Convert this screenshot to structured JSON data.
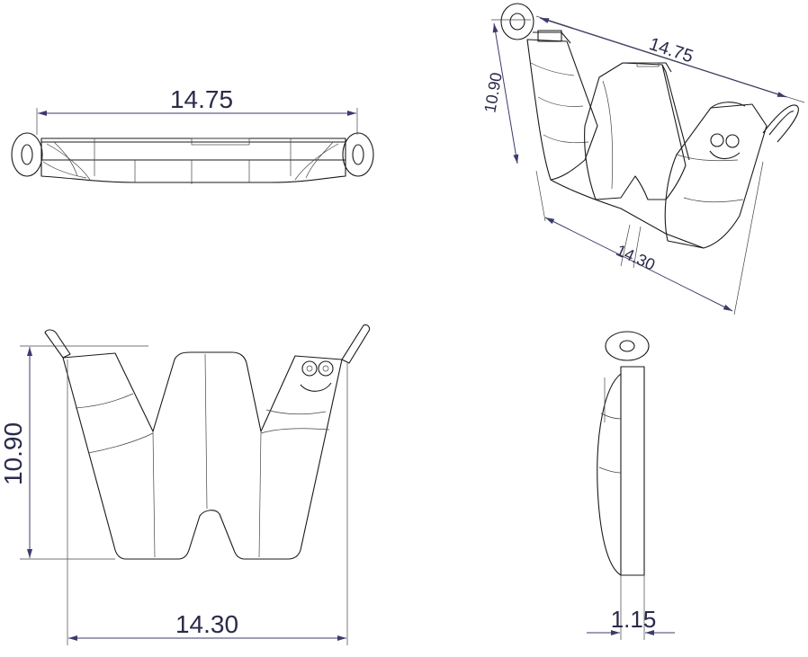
{
  "views": {
    "top": {
      "dimension": "14.75"
    },
    "isometric": {
      "dimension_length": "14.75",
      "dimension_height": "10.90",
      "dimension_width": "14.30"
    },
    "front": {
      "dimension_height": "10.90",
      "dimension_width": "14.30"
    },
    "side": {
      "dimension_thickness": "1.15"
    }
  },
  "colors": {
    "line": "#1a1a1a",
    "dimension": "#3b3b6b",
    "background": "#ffffff"
  }
}
